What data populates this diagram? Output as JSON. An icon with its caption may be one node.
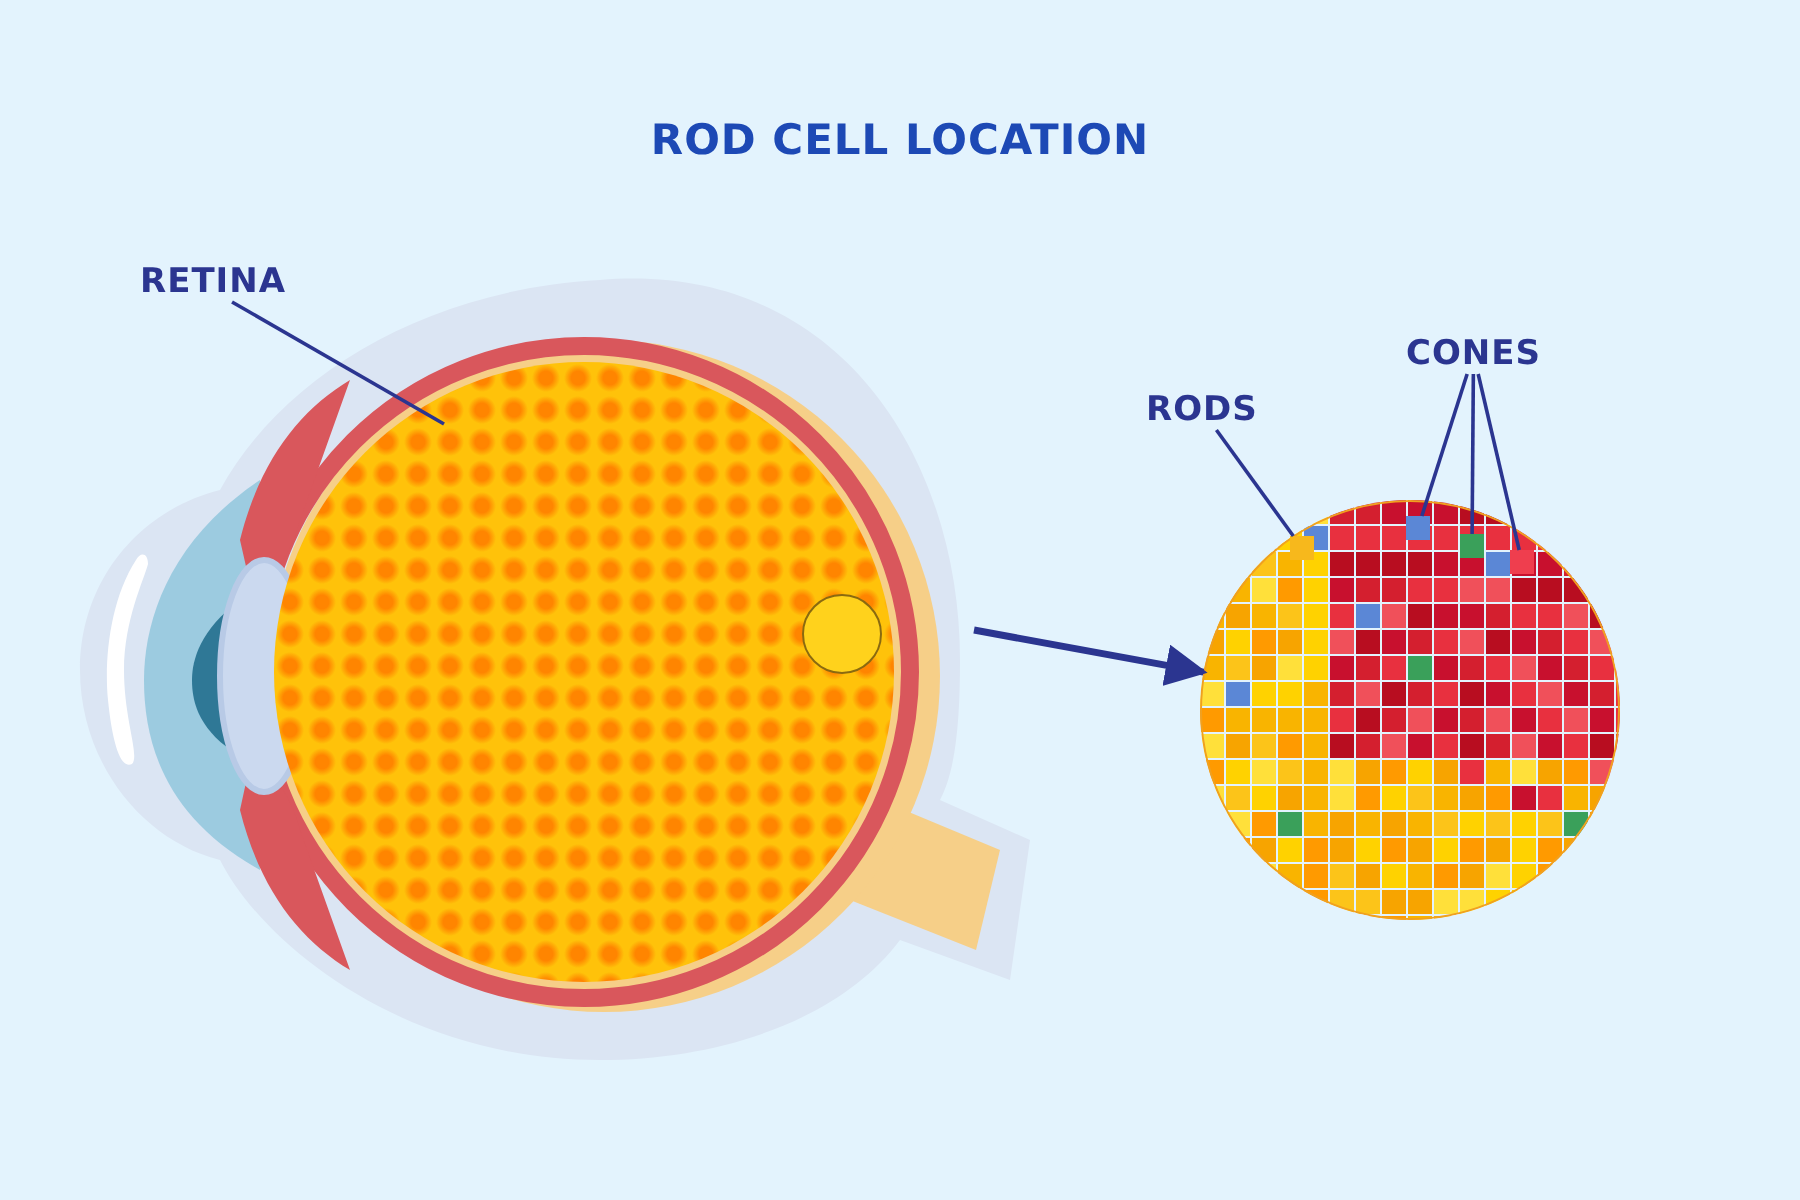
{
  "diagram": {
    "title": "ROD CELL LOCATION",
    "nodes": [
      {
        "text": [
          "RETINA"
        ]
      },
      {
        "text": [],
        "shape": "picture"
      },
      {
        "text": [],
        "shape": "circle"
      },
      {
        "text": [
          "RODS"
        ]
      },
      {
        "text": [],
        "shape": "box",
        "in": 2
      },
      {
        "text": [
          "CONES"
        ]
      },
      {
        "text": [],
        "shape": "box",
        "in": 2
      },
      {
        "text": [],
        "shape": "box",
        "in": 2
      },
      {
        "text": [],
        "shape": "box",
        "in": 2
      }
    ],
    "edges": [
      {
        "from": 0,
        "to": 1,
        "arrow": "none"
      },
      {
        "from": null,
        "to": 2,
        "arrow": "to",
        "style": "thick"
      },
      {
        "from": 3,
        "to": 4,
        "arrow": "none"
      },
      {
        "from": 5,
        "to": 6,
        "arrow": "none"
      },
      {
        "from": 5,
        "to": 7,
        "arrow": "none"
      },
      {
        "from": 5,
        "to": 8,
        "arrow": "none"
      }
    ]
  }
}
